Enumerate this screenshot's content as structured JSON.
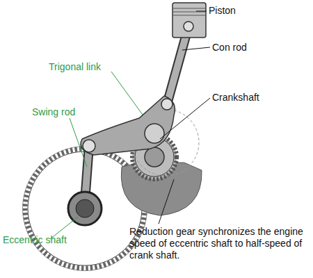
{
  "diagram": {
    "labels": [
      "Piston",
      "Con rod",
      "Trigonal link",
      "Crankshaft",
      "Swing rod",
      "Eccentric shaft",
      "Reduction gear synchronizes the engine speed of eccentric shaft to half-speed of crank shaft."
    ]
  }
}
